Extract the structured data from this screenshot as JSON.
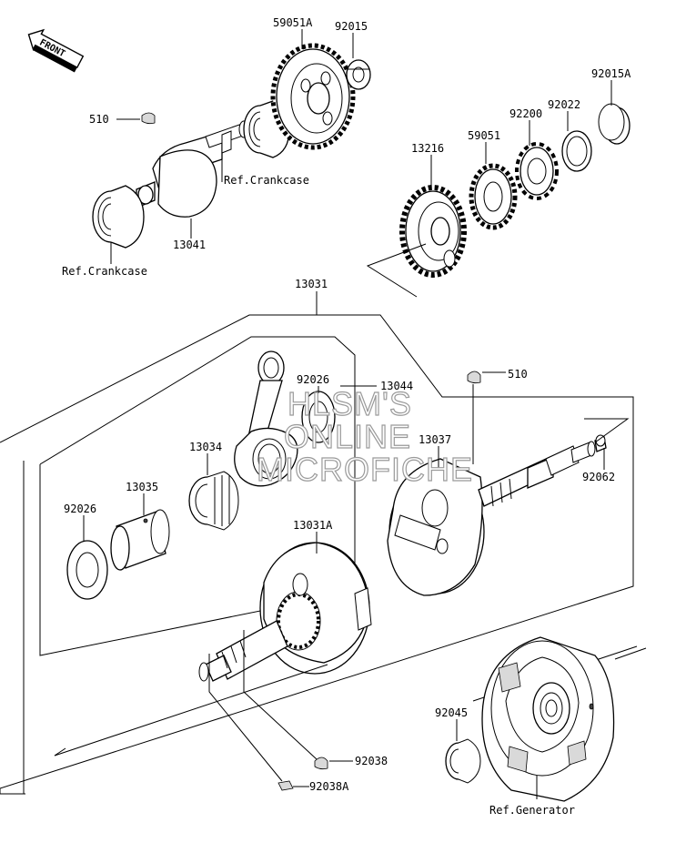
{
  "parts": {
    "front": "FRONT",
    "p510_top": "510",
    "p59051a": "59051A",
    "p92015": "92015",
    "ref_crankcase_1": "Ref.Crankcase",
    "p13041": "13041",
    "ref_crankcase_2": "Ref.Crankcase",
    "p92015a": "92015A",
    "p92022": "92022",
    "p92200": "92200",
    "p59051": "59051",
    "p13216": "13216",
    "p13031": "13031",
    "p92026_top": "92026",
    "p13044": "13044",
    "p510_mid": "510",
    "p13034": "13034",
    "p13037": "13037",
    "p13035": "13035",
    "p92026_left": "92026",
    "p92062": "92062",
    "p13031a": "13031A",
    "p92045": "92045",
    "p92038": "92038",
    "p92038a": "92038A",
    "ref_generator": "Ref.Generator"
  },
  "watermark": {
    "line1": "HLSM'S",
    "line2": "ONLINE",
    "line3": "MICROFICHE"
  }
}
